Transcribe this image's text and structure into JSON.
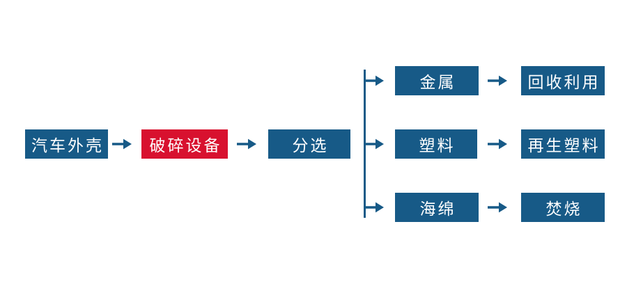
{
  "colors": {
    "primary_blue": "#175a87",
    "accent_red": "#d8112f",
    "label_text": "#ffffff",
    "background": "#ffffff"
  },
  "flowchart": {
    "type": "process-flow-diagram",
    "nodes": {
      "car_shell": {
        "label": "汽车外壳",
        "color": "blue"
      },
      "crusher": {
        "label": "破碎设备",
        "color": "red"
      },
      "sorting": {
        "label": "分选",
        "color": "blue"
      },
      "metal": {
        "label": "金属",
        "color": "blue"
      },
      "recycling": {
        "label": "回收利用",
        "color": "blue"
      },
      "plastic": {
        "label": "塑料",
        "color": "blue"
      },
      "recycled_plastic": {
        "label": "再生塑料",
        "color": "blue"
      },
      "sponge": {
        "label": "海绵",
        "color": "blue"
      },
      "incineration": {
        "label": "焚烧",
        "color": "blue"
      }
    },
    "edges": [
      {
        "from": "汽车外壳",
        "to": "破碎设备"
      },
      {
        "from": "破碎设备",
        "to": "分选"
      },
      {
        "from": "分选",
        "to": "金属"
      },
      {
        "from": "分选",
        "to": "塑料"
      },
      {
        "from": "分选",
        "to": "海绵"
      },
      {
        "from": "金属",
        "to": "回收利用"
      },
      {
        "from": "塑料",
        "to": "再生塑料"
      },
      {
        "from": "海绵",
        "to": "焚烧"
      }
    ]
  }
}
